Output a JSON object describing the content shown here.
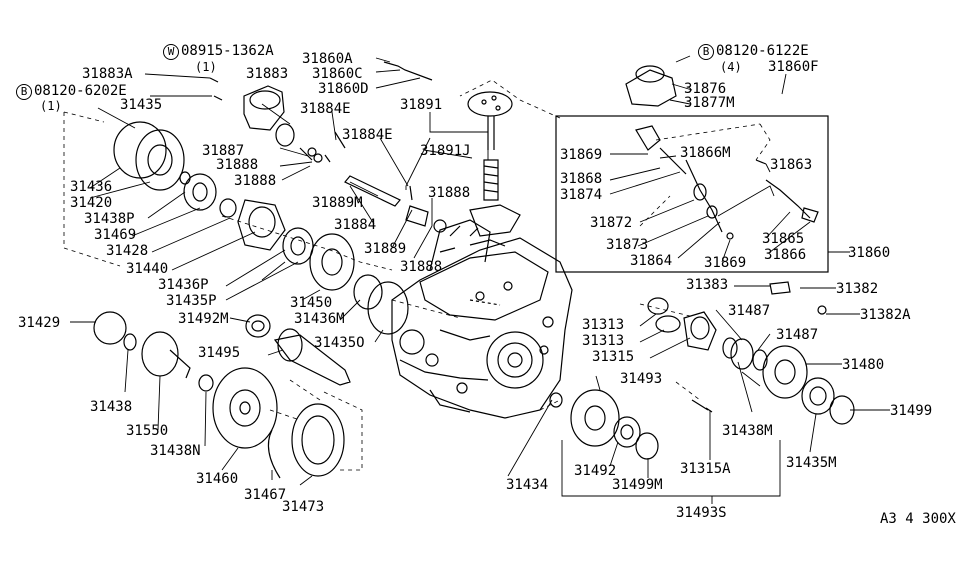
{
  "figure_code": "A3 4 300X",
  "callouts": {
    "w_08915_1362a": {
      "prefix": "W",
      "part": "08915-1362A",
      "qty": "(1)"
    },
    "b_08120_6202e": {
      "prefix": "B",
      "part": "08120-6202E",
      "qty": "(1)"
    },
    "b_08120_6122e": {
      "prefix": "B",
      "part": "08120-6122E",
      "qty": "(4)"
    }
  },
  "labels": {
    "p31883A": "31883A",
    "p31883": "31883",
    "p31435": "31435",
    "p31436": "31436",
    "p31420": "31420",
    "p31438P": "31438P",
    "p31469": "31469",
    "p31428": "31428",
    "p31440": "31440",
    "p31436P": "31436P",
    "p31435P": "31435P",
    "p31492M": "31492M",
    "p31429": "31429",
    "p31438": "31438",
    "p31550": "31550",
    "p31438N": "31438N",
    "p31460": "31460",
    "p31467": "31467",
    "p31473": "31473",
    "p31495": "31495",
    "p31450": "31450",
    "p31436M": "31436M",
    "p31435O": "31435O",
    "p31860A": "31860A",
    "p31860C": "31860C",
    "p31860D": "31860D",
    "p31884E_a": "31884E",
    "p31884E_b": "31884E",
    "p31887": "31887",
    "p31888_a": "31888",
    "p31888_b": "31888",
    "p31889M": "31889M",
    "p31884": "31884",
    "p31891": "31891",
    "p31891J": "31891J",
    "p31888_c": "31888",
    "p31889": "31889",
    "p31888_d": "31888",
    "p31860F": "31860F",
    "p31876": "31876",
    "p31877M": "31877M",
    "p31869_a": "31869",
    "p31866M": "31866M",
    "p31863": "31863",
    "p31868": "31868",
    "p31874": "31874",
    "p31872": "31872",
    "p31873": "31873",
    "p31865": "31865",
    "p31864": "31864",
    "p31869_b": "31869",
    "p31866": "31866",
    "p31860": "31860",
    "p31383": "31383",
    "p31382": "31382",
    "p31382A": "31382A",
    "p31313_a": "31313",
    "p31313_b": "31313",
    "p31487_a": "31487",
    "p31487_b": "31487",
    "p31315": "31315",
    "p31480": "31480",
    "p31493": "31493",
    "p31499": "31499",
    "p31438M": "31438M",
    "p31434": "31434",
    "p31492": "31492",
    "p31499M": "31499M",
    "p31315A": "31315A",
    "p31435M": "31435M",
    "p31493S": "31493S"
  }
}
